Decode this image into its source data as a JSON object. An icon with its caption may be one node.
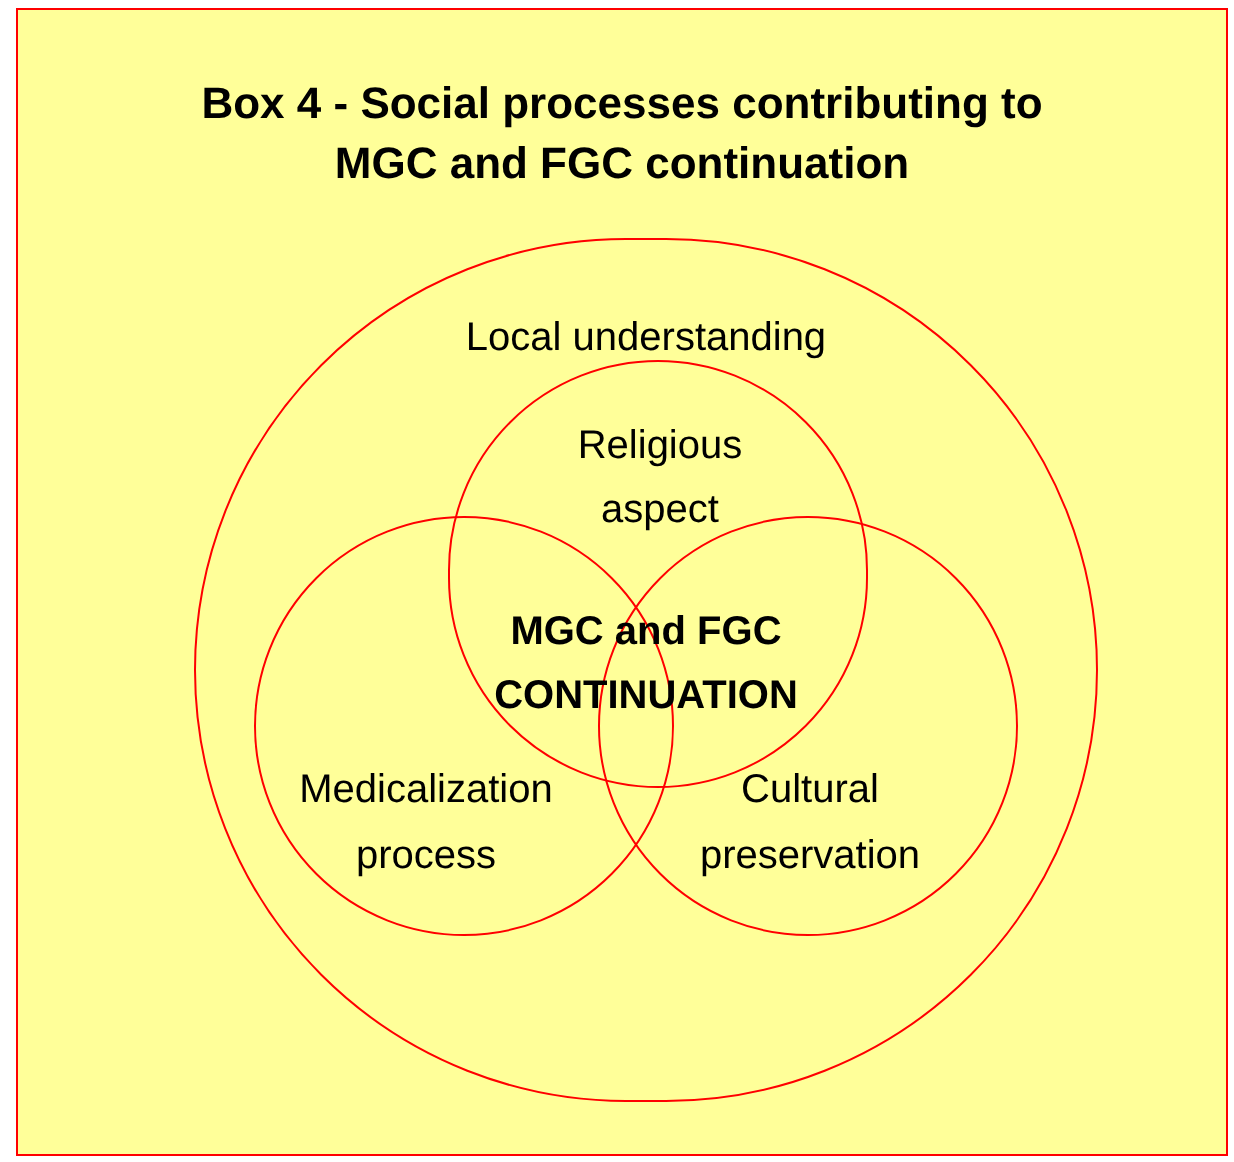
{
  "diagram": {
    "nodes": [
      {
        "text": [
          "Box 4 - Social processes contributing to MGC and FGC continuation"
        ]
      },
      {
        "text": [
          "Local understanding"
        ],
        "in": 0
      },
      {
        "text": [
          "Religious aspect"
        ],
        "in": 1
      },
      {
        "text": [
          "Medicalization process"
        ],
        "in": 1
      },
      {
        "text": [
          "Cultural preservation"
        ],
        "in": 1
      }
    ],
    "labels": [
      "MGC and FGC CONTINUATION"
    ]
  }
}
